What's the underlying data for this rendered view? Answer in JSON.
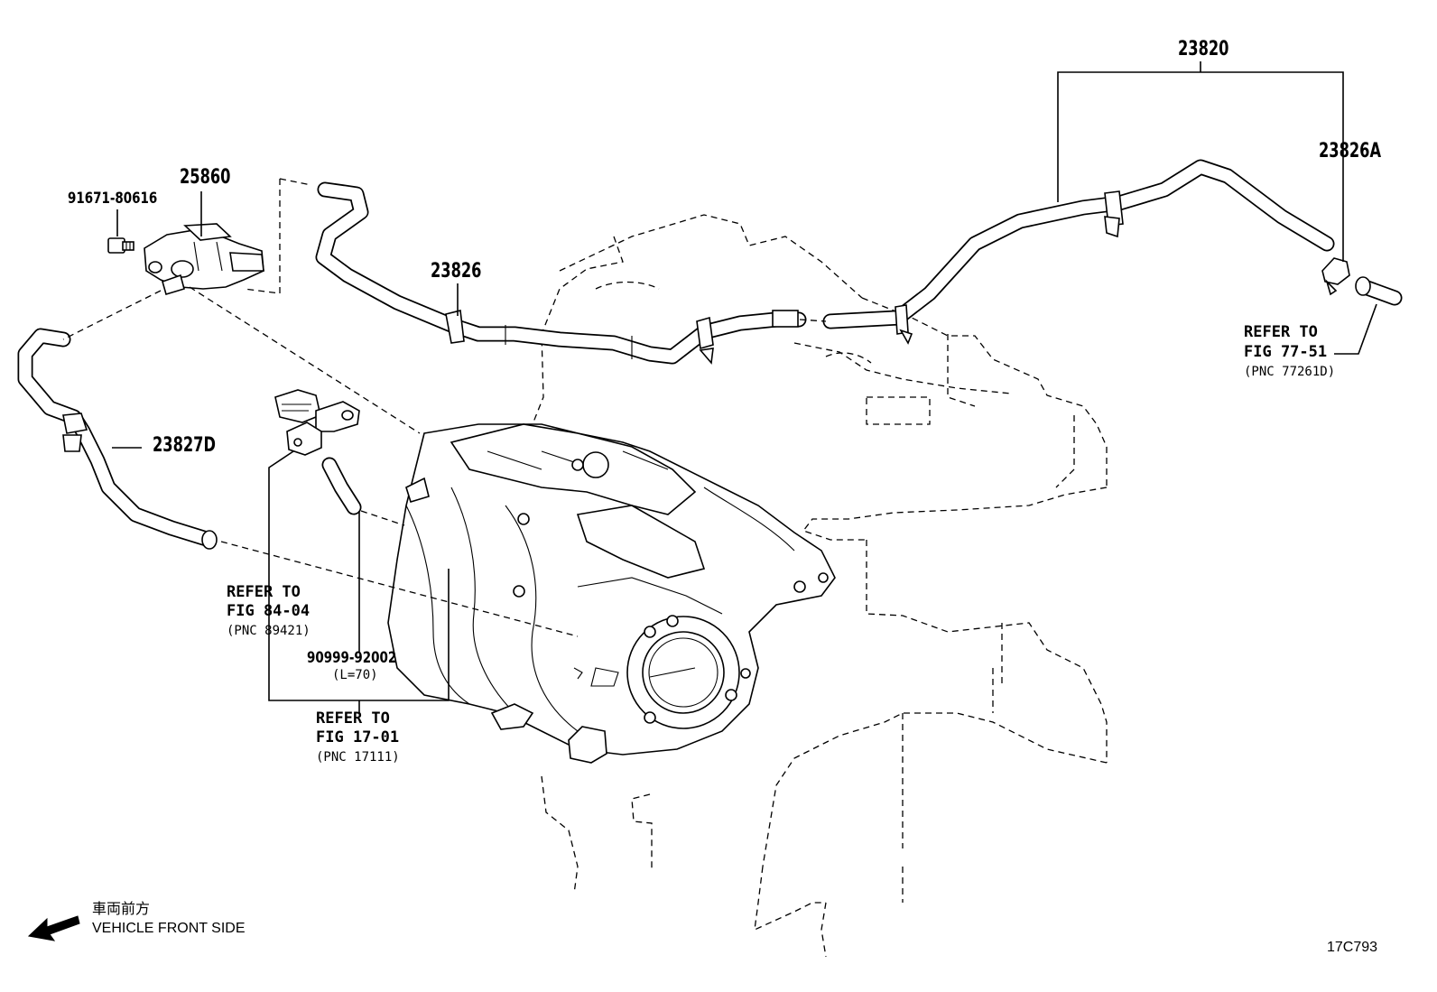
{
  "parts": {
    "p23820": "23820",
    "p23826A": "23826A",
    "p25860": "25860",
    "p91671": "91671-80616",
    "p23826": "23826",
    "p23827D": "23827D",
    "p90999": "90999-92002",
    "p90999_len": "(L=70)"
  },
  "refs": {
    "fig7751": {
      "l1": "REFER TO",
      "l2": "FIG 77-51",
      "l3": "(PNC 77261D)"
    },
    "fig8404": {
      "l1": "REFER TO",
      "l2": "FIG 84-04",
      "l3": "(PNC 89421)"
    },
    "fig1701": {
      "l1": "REFER TO",
      "l2": "FIG 17-01",
      "l3": "(PNC 17111)"
    }
  },
  "footer": {
    "front_jp": "車両前方",
    "front_en": "VEHICLE FRONT SIDE",
    "diagram_code": "17C793"
  },
  "icons": {
    "front_arrow": "arrow-left-down-icon"
  }
}
